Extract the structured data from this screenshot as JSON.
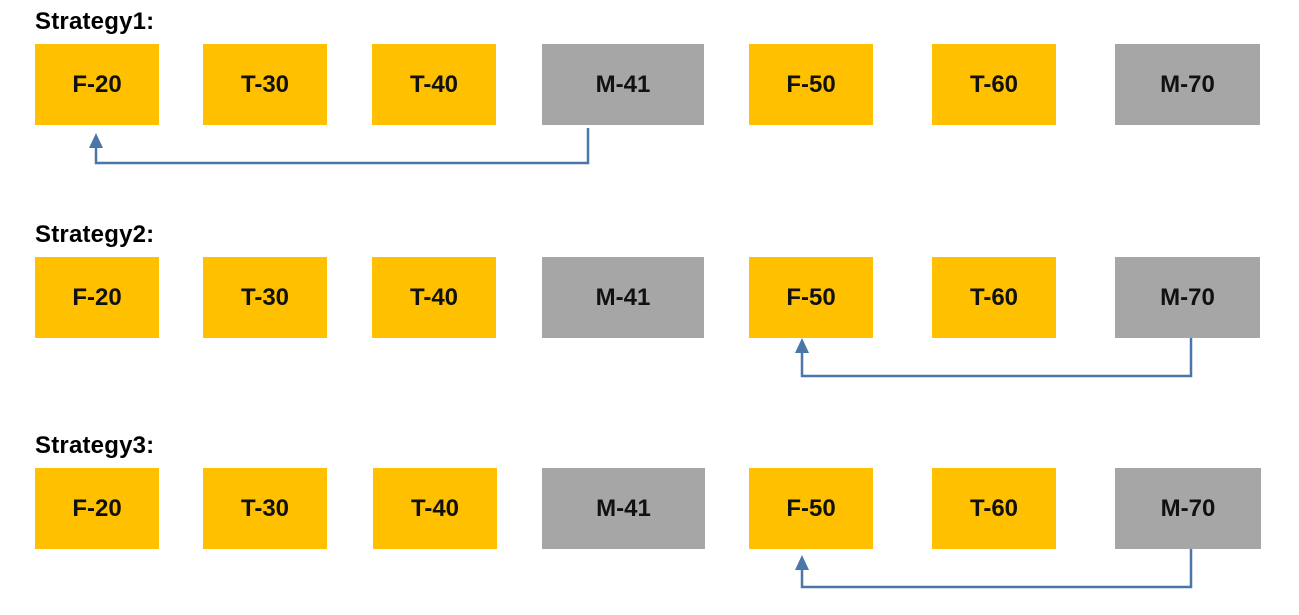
{
  "colors": {
    "frame_fill": "#FFC000",
    "migration_fill": "#A6A6A6",
    "arrow": "#4A77A8"
  },
  "strategies": [
    {
      "title": "Strategy1:",
      "boxes": [
        "F-20",
        "T-30",
        "T-40",
        "M-41",
        "F-50",
        "T-60",
        "M-70"
      ],
      "arrow_from": "M-41",
      "arrow_to": "F-20"
    },
    {
      "title": "Strategy2:",
      "boxes": [
        "F-20",
        "T-30",
        "T-40",
        "M-41",
        "F-50",
        "T-60",
        "M-70"
      ],
      "arrow_from": "M-70",
      "arrow_to": "F-50"
    },
    {
      "title": "Strategy3:",
      "boxes": [
        "F-20",
        "T-30",
        "T-40",
        "M-41",
        "F-50",
        "T-60",
        "M-70"
      ],
      "arrow_from": "M-70",
      "arrow_to": "F-50"
    }
  ]
}
